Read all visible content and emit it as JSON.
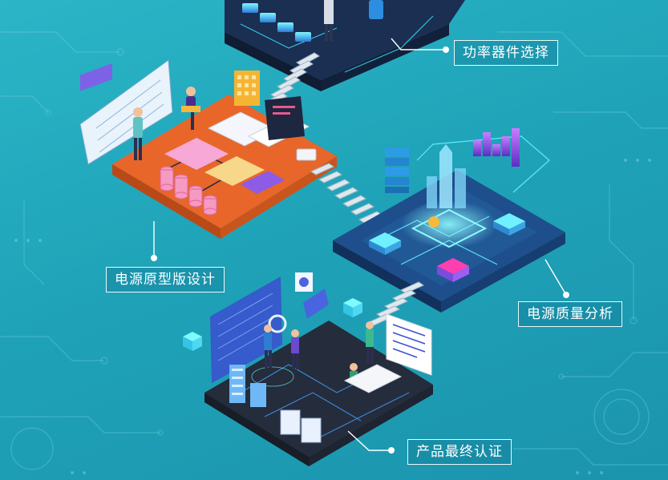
{
  "labels": {
    "component_selection": "功率器件选择",
    "prototype_design": "电源原型版设计",
    "quality_analysis": "电源质量分析",
    "final_certification": "产品最终认证"
  },
  "colors": {
    "background": "#22a9bd",
    "platform_orange": "#e8662a",
    "platform_navy": "#1b3a66",
    "platform_dark": "#252c3b",
    "accent_cyan": "#5ff5ff",
    "accent_magenta": "#ff3fb0",
    "accent_purple": "#7b4bdc"
  }
}
